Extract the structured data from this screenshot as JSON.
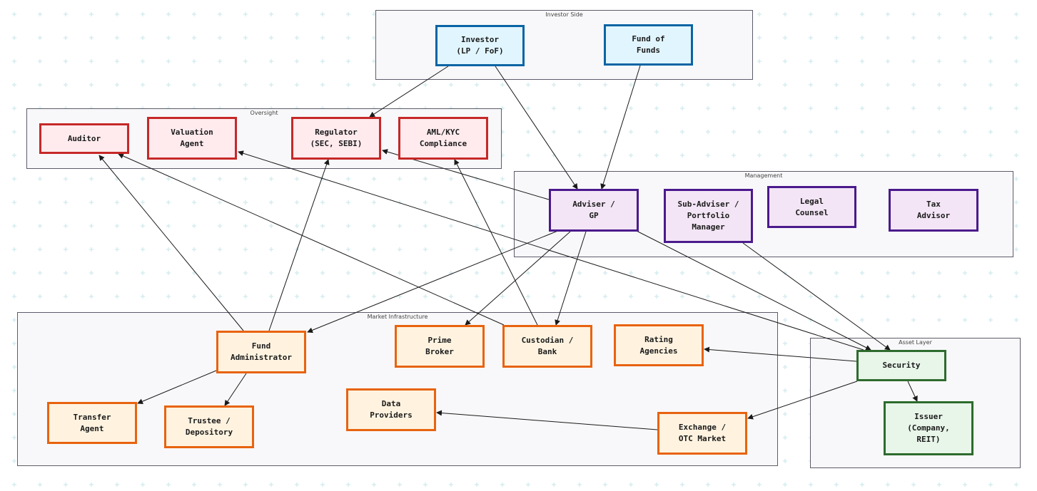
{
  "groups": {
    "investor_side": "Investor Side",
    "oversight": "Oversight",
    "management": "Management",
    "market_infrastructure": "Market Infrastructure",
    "asset_layer": "Asset Layer"
  },
  "nodes": {
    "investor": "Investor\n(LP / FoF)",
    "fund_of_funds": "Fund of\nFunds",
    "auditor": "Auditor",
    "valuation_agent": "Valuation\nAgent",
    "regulator": "Regulator\n(SEC, SEBI)",
    "aml_kyc": "AML/KYC\nCompliance",
    "adviser_gp": "Adviser /\nGP",
    "sub_adviser": "Sub-Adviser /\nPortfolio\nManager",
    "legal_counsel": "Legal\nCounsel",
    "tax_advisor": "Tax\nAdvisor",
    "fund_administrator": "Fund\nAdministrator",
    "prime_broker": "Prime\nBroker",
    "custodian_bank": "Custodian /\nBank",
    "rating_agencies": "Rating\nAgencies",
    "transfer_agent": "Transfer\nAgent",
    "trustee_depository": "Trustee /\nDepository",
    "data_providers": "Data\nProviders",
    "exchange_otc": "Exchange /\nOTC Market",
    "security": "Security",
    "issuer": "Issuer\n(Company,\nREIT)"
  },
  "edges": [
    {
      "from": "investor",
      "to": "regulator"
    },
    {
      "from": "investor",
      "to": "adviser_gp"
    },
    {
      "from": "fund_of_funds",
      "to": "adviser_gp"
    },
    {
      "from": "adviser_gp",
      "to": "regulator"
    },
    {
      "from": "adviser_gp",
      "to": "fund_administrator"
    },
    {
      "from": "adviser_gp",
      "to": "prime_broker"
    },
    {
      "from": "adviser_gp",
      "to": "custodian_bank"
    },
    {
      "from": "adviser_gp",
      "to": "security"
    },
    {
      "from": "sub_adviser",
      "to": "security"
    },
    {
      "from": "security",
      "to": "valuation_agent"
    },
    {
      "from": "custodian_bank",
      "to": "auditor"
    },
    {
      "from": "custodian_bank",
      "to": "aml_kyc"
    },
    {
      "from": "fund_administrator",
      "to": "auditor"
    },
    {
      "from": "fund_administrator",
      "to": "regulator"
    },
    {
      "from": "fund_administrator",
      "to": "transfer_agent"
    },
    {
      "from": "fund_administrator",
      "to": "trustee_depository"
    },
    {
      "from": "security",
      "to": "rating_agencies"
    },
    {
      "from": "security",
      "to": "exchange_otc"
    },
    {
      "from": "security",
      "to": "issuer"
    },
    {
      "from": "exchange_otc",
      "to": "data_providers"
    }
  ],
  "colors": {
    "edge": "#1a1a1a",
    "grid_plus": "#d6ecef"
  }
}
